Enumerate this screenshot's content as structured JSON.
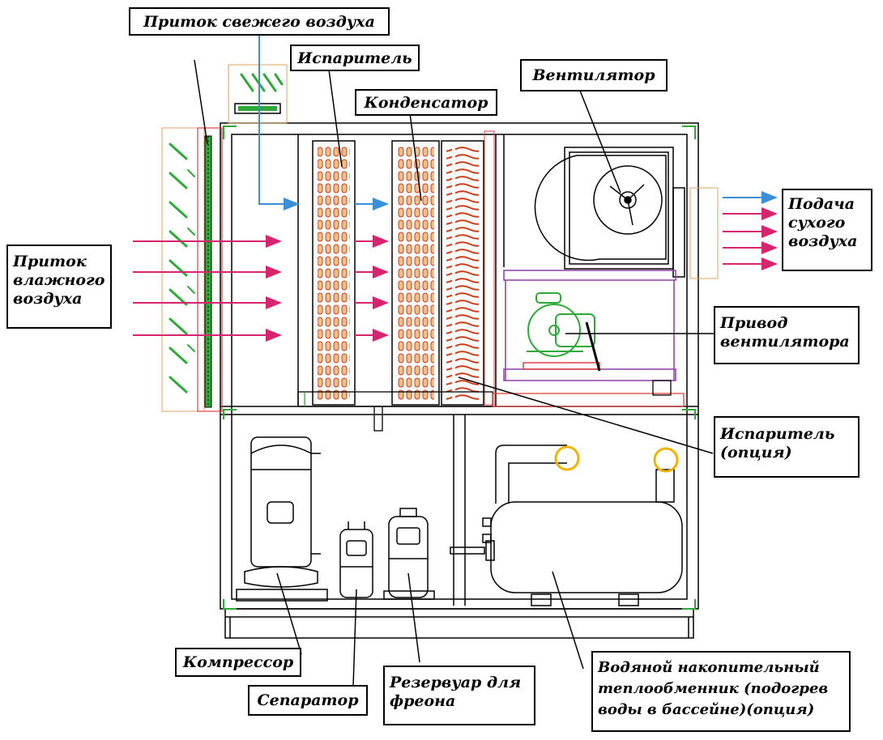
{
  "labels": {
    "fresh_air": "Приток свежего воздуха",
    "evaporator": "Испаритель",
    "condenser": "Конденсатор",
    "fan": "Вентилятор",
    "humid_air": "Приток\nвлажного\nвоздуха",
    "dry_air": "Подача\nсухого\nвоздуха",
    "fan_drive": "Привод\nвентилятора",
    "evaporator_option": "Испаритель\n(опция)",
    "compressor": "Компрессор",
    "separator": "Сепаратор",
    "freon_tank": "Резервуар для\nфреона",
    "water_heat_exchanger": "Водяной накопительный\nтеплообменник (подогрев\nводы в бассейне)(опция)"
  },
  "colors": {
    "outline": "#000000",
    "fresh_air_arrow": "#3b8fd6",
    "humid_air_arrow": "#d6246e",
    "filter_green": "#2faa3a",
    "filter_frame": "#e04040",
    "coil_red": "#cc3b1a",
    "coil_fill": "#f4c08a",
    "drive_frame": "#8e3ba8",
    "pipe_ring": "#f0b400"
  },
  "icons": {
    "fan": "centrifugal-fan-icon",
    "motor": "motor-icon",
    "compressor": "compressor-icon",
    "separator": "separator-icon",
    "tank": "freon-tank-icon",
    "heat_exchanger": "heat-exchanger-icon"
  }
}
